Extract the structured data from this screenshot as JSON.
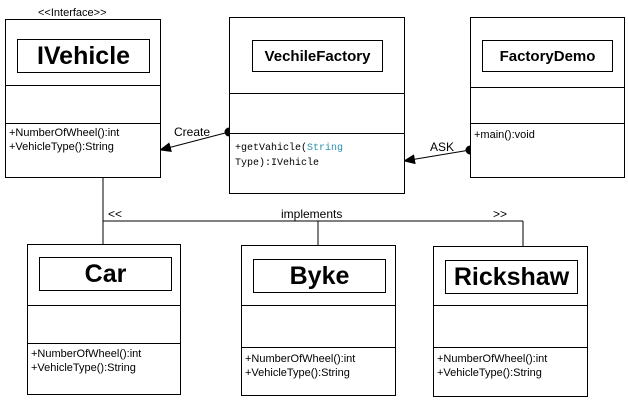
{
  "stereotype": "<<Interface>>",
  "classes": {
    "ivehicle": {
      "name": "IVehicle",
      "ops": [
        "+NumberOfWheel():int",
        "+VehicleType():String"
      ]
    },
    "factory": {
      "name": "VechileFactory",
      "op_prefix": "+getVahicle(",
      "op_type": "String",
      "op_suffix": "Type):IVehicle"
    },
    "demo": {
      "name": "FactoryDemo",
      "ops": [
        "+main():void"
      ]
    },
    "car": {
      "name": "Car",
      "ops": [
        "+NumberOfWheel():int",
        "+VehicleType():String"
      ]
    },
    "byke": {
      "name": "Byke",
      "ops": [
        "+NumberOfWheel():int",
        "+VehicleType():String"
      ]
    },
    "rickshaw": {
      "name": "Rickshaw",
      "ops": [
        "+NumberOfWheel():int",
        "+VehicleType():String"
      ]
    }
  },
  "relations": {
    "create": "Create",
    "ask": "ASK",
    "implements": "implements",
    "impl_left_marker": "<<",
    "impl_right_marker": ">>"
  }
}
